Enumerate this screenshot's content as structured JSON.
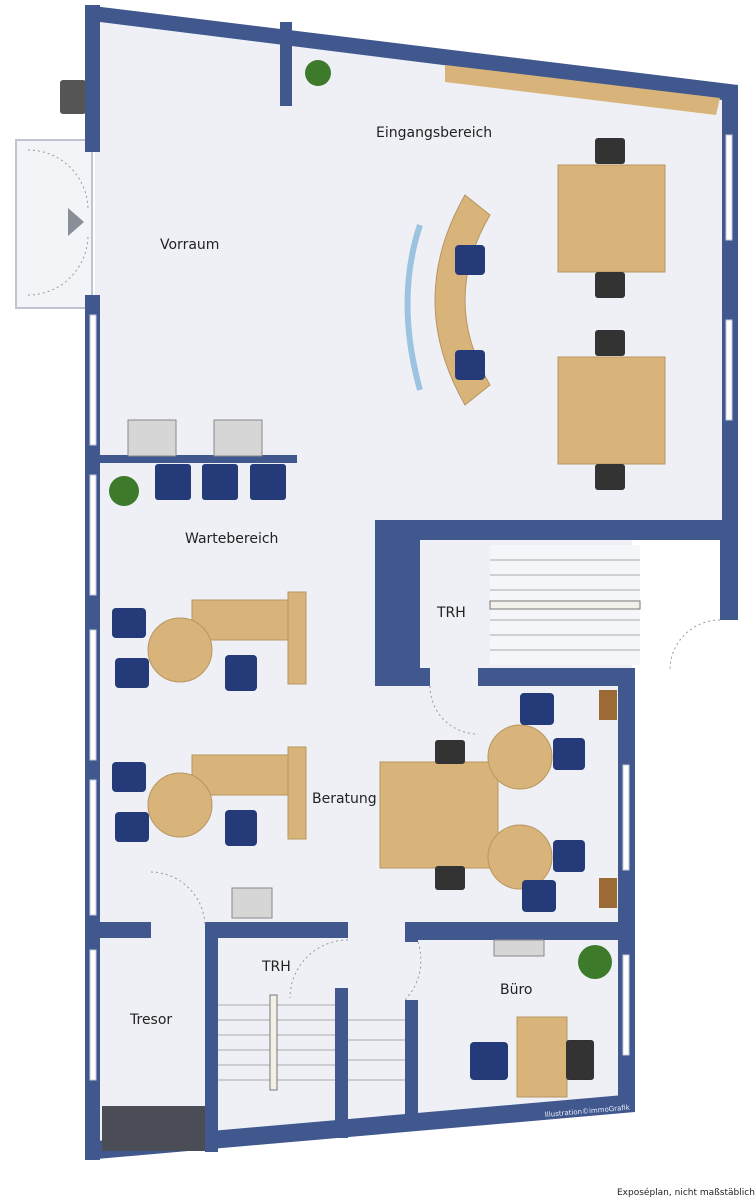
{
  "rooms": {
    "eingangsbereich": "Eingangsbereich",
    "vorraum": "Vorraum",
    "wartebereich": "Wartebereich",
    "trh_upper": "TRH",
    "beratung": "Beratung",
    "trh_lower": "TRH",
    "tresor": "Tresor",
    "buero": "Büro"
  },
  "credit": "Illustration©immoGrafik",
  "footer_note": "Exposéplan, nicht maßstäblich",
  "colors": {
    "wall": "#41588f",
    "floor": "#eef0f6",
    "desk": "#d8b47a",
    "chair": "#253a78",
    "plant": "#3d7a2a"
  }
}
